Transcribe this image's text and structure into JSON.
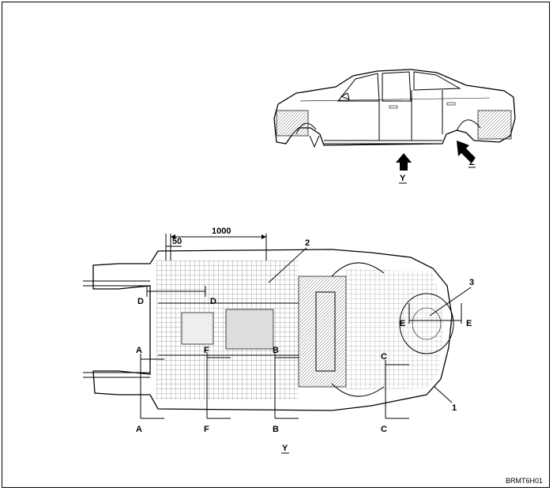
{
  "view_arrows": {
    "y": "Y",
    "z": "Z"
  },
  "dimensions": {
    "d50": "50",
    "d1000": "1000"
  },
  "callouts": {
    "c1": "1",
    "c2": "2",
    "c3": "3"
  },
  "sections": {
    "a_top": "A",
    "a_bot": "A",
    "b_top": "B",
    "b_bot": "B",
    "c_top": "C",
    "c_bot": "C",
    "d_left": "D",
    "d_right": "D",
    "e_left": "E",
    "e_right": "E",
    "f_top": "F",
    "f_bot": "F"
  },
  "bottom_view_label": "Y",
  "drawing_code": "BRMT6H01"
}
